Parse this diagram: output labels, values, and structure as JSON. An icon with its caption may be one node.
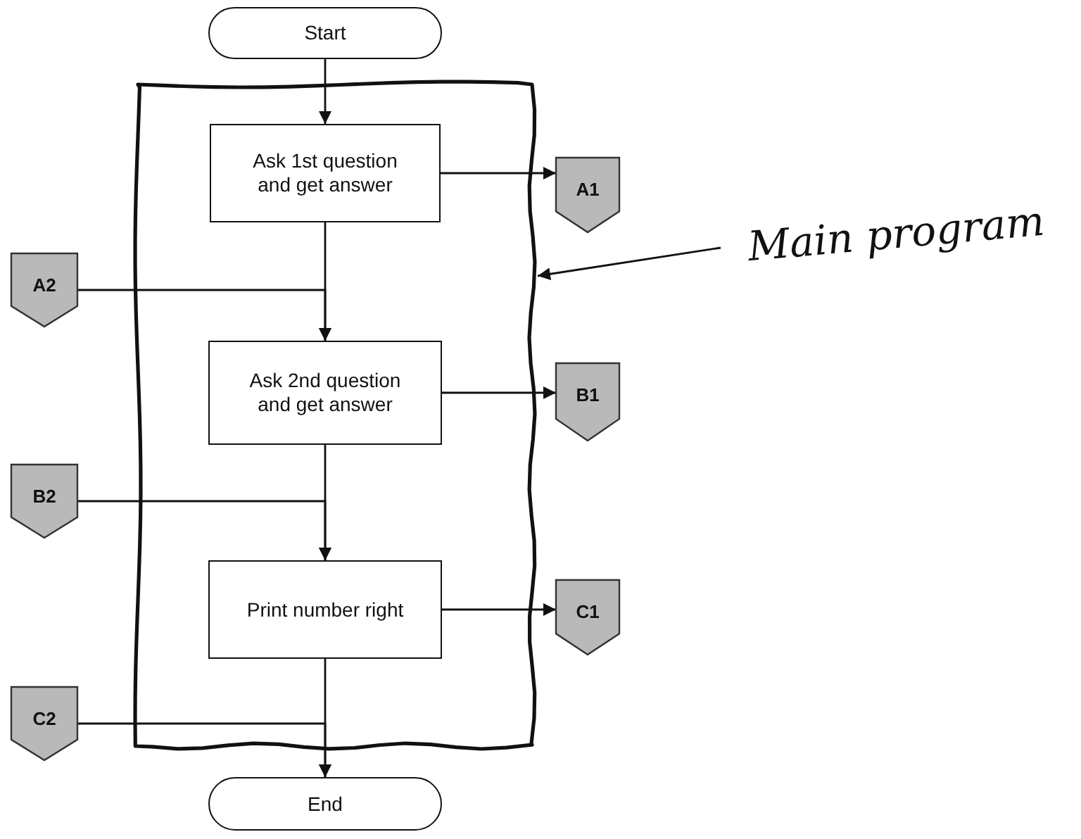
{
  "diagram": {
    "nodes": [
      {
        "text": [
          "Start"
        ]
      },
      {
        "text": [],
        "shape": "box"
      },
      {
        "text": [
          "Ask 1st question and get answer"
        ],
        "in": 1
      },
      {
        "text": [
          "A1"
        ]
      },
      {
        "text": [
          "A2"
        ]
      },
      {
        "text": [
          "Ask 2nd question and get answer"
        ],
        "in": 1
      },
      {
        "text": [
          "B1"
        ]
      },
      {
        "text": [
          "B2"
        ]
      },
      {
        "text": [
          "Print number right"
        ],
        "in": 1
      },
      {
        "text": [
          "C1"
        ]
      },
      {
        "text": [
          "C2"
        ]
      },
      {
        "text": [
          "End"
        ]
      },
      {
        "text": [
          "Main program"
        ]
      }
    ],
    "edges": [
      {
        "from": 0,
        "to": 2,
        "arrow": "to"
      },
      {
        "from": 2,
        "to": 3,
        "arrow": "to"
      },
      {
        "from": 4,
        "to": 5,
        "arrow": "to"
      },
      {
        "from": 2,
        "to": 5,
        "arrow": "to"
      },
      {
        "from": 5,
        "to": 6,
        "arrow": "to"
      },
      {
        "from": 7,
        "to": 8,
        "arrow": "to"
      },
      {
        "from": 5,
        "to": 8,
        "arrow": "to"
      },
      {
        "from": 8,
        "to": 9,
        "arrow": "to"
      },
      {
        "from": 10,
        "to": 11,
        "arrow": "to"
      },
      {
        "from": 8,
        "to": 11,
        "arrow": "to"
      },
      {
        "from": 12,
        "to": 1,
        "arrow": "to"
      }
    ]
  }
}
